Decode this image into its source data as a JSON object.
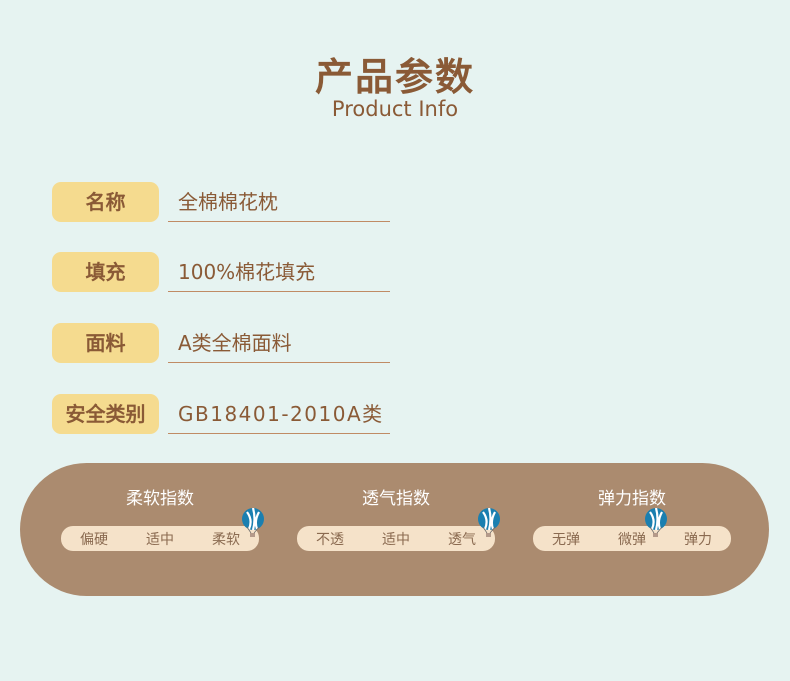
{
  "header": {
    "title": "产品参数",
    "subtitle": "Product Info"
  },
  "params": [
    {
      "label": "名称",
      "value": "全棉棉花枕"
    },
    {
      "label": "填充",
      "value": "100%棉花填充"
    },
    {
      "label": "面料",
      "value": "A类全棉面料"
    },
    {
      "label": "安全类别",
      "value": "GB18401-2010A类"
    }
  ],
  "indices": [
    {
      "title": "柔软指数",
      "levels": [
        "偏硬",
        "适中",
        "柔软"
      ],
      "level_fraction": 1.0
    },
    {
      "title": "透气指数",
      "levels": [
        "不透",
        "适中",
        "透气"
      ],
      "level_fraction": 1.0
    },
    {
      "title": "弹力指数",
      "levels": [
        "无弹",
        "微弹",
        "弹力"
      ],
      "level_fraction": 0.65
    }
  ],
  "colors": {
    "background": "#e6f3f1",
    "brown": "#8a5a36",
    "label_bg": "#f5db8f",
    "pill": "#ab8b6f",
    "track": "#f5e2c9"
  }
}
